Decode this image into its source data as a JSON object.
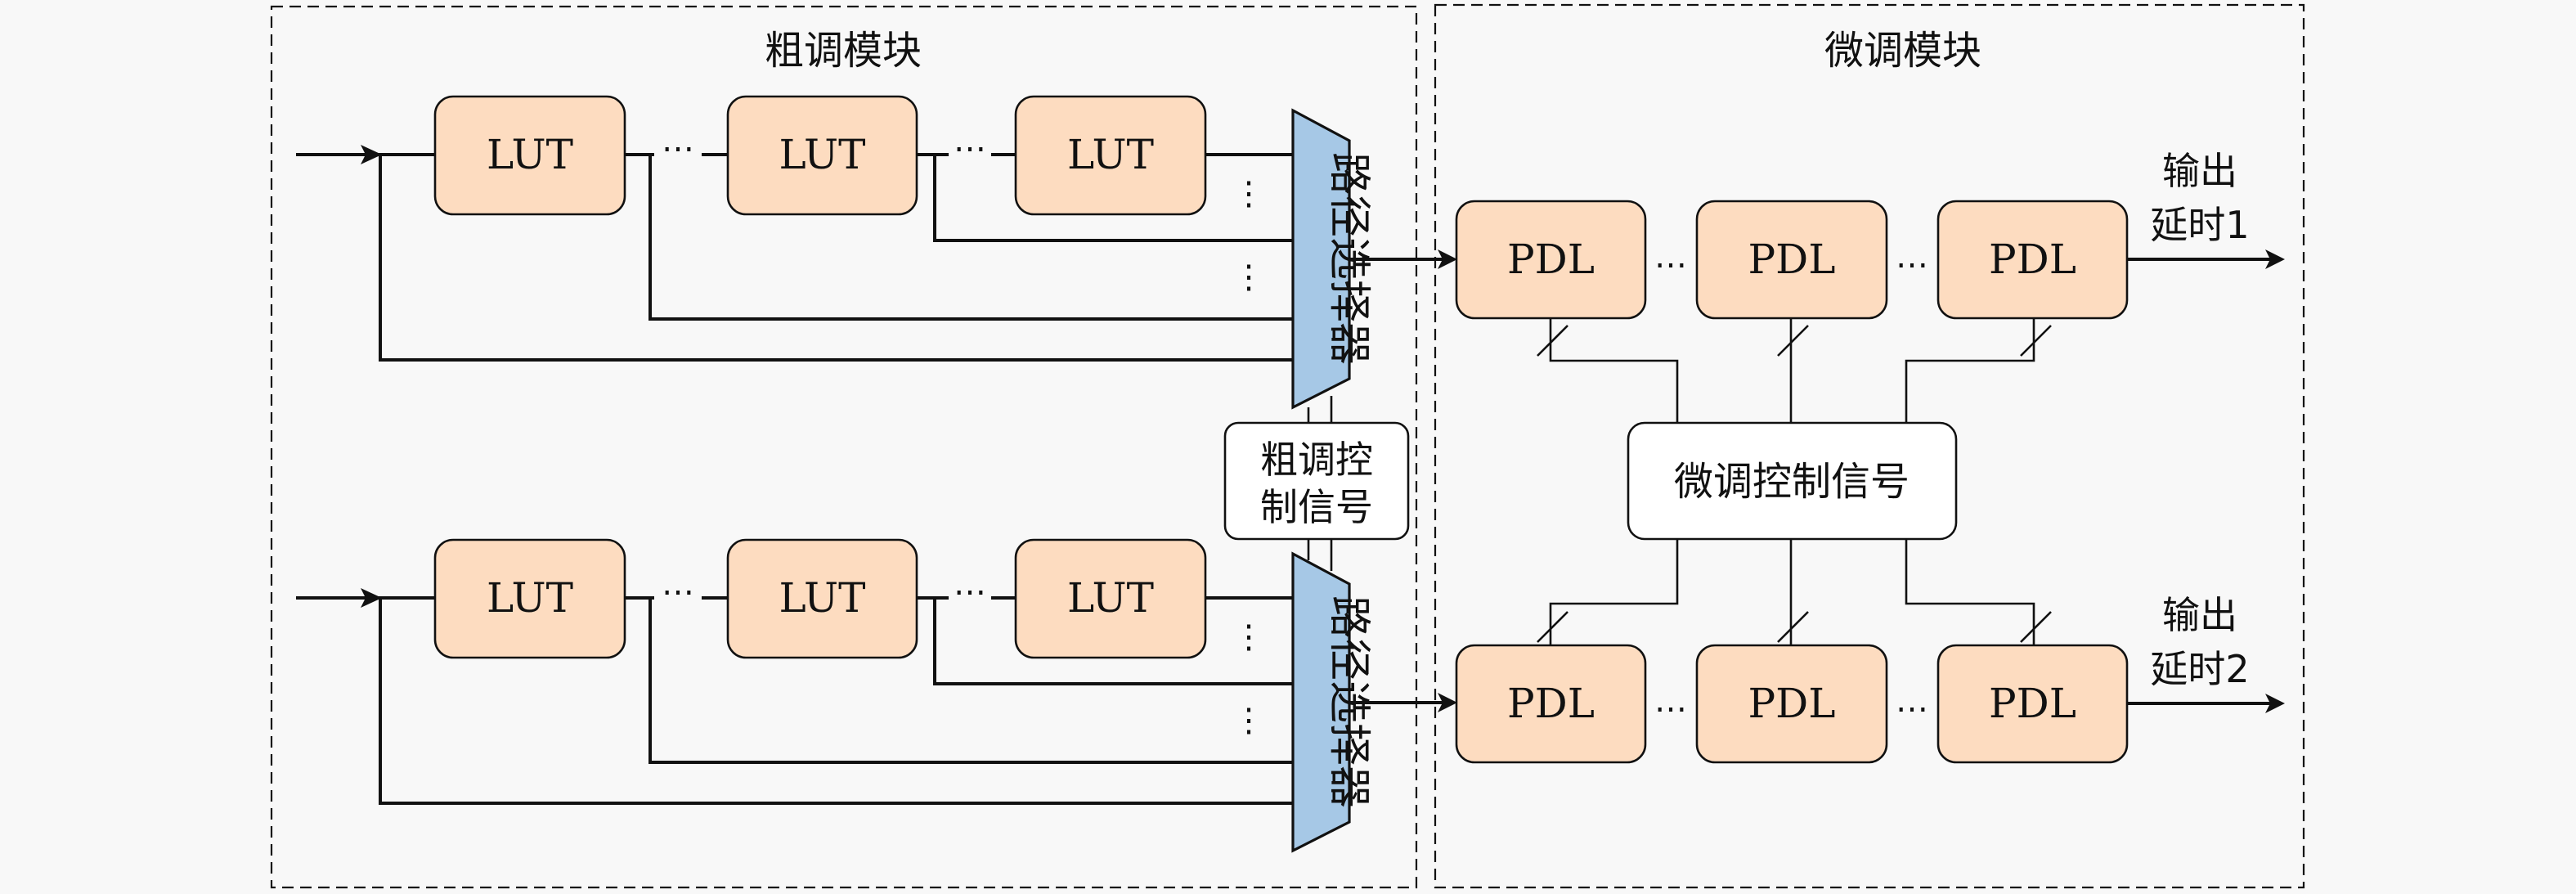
{
  "colors": {
    "background": "#f8f8f8",
    "delay_block_fill": "#fddcc0",
    "mux_fill": "#a6c8e6",
    "control_box_fill": "#ffffff",
    "line": "#111111"
  },
  "coarse_module": {
    "title": "粗调模块",
    "rows": [
      {
        "luts": [
          {
            "label": "LUT"
          },
          {
            "label": "LUT"
          },
          {
            "label": "LUT"
          }
        ],
        "ellipsis": "⋯",
        "vdots": "⋮",
        "mux_label": "路径选择器"
      },
      {
        "luts": [
          {
            "label": "LUT"
          },
          {
            "label": "LUT"
          },
          {
            "label": "LUT"
          }
        ],
        "ellipsis": "⋯",
        "vdots": "⋮",
        "mux_label": "路径选择器"
      }
    ],
    "control": {
      "line1": "粗调控",
      "line2": "制信号"
    }
  },
  "fine_module": {
    "title": "微调模块",
    "rows": [
      {
        "pdls": [
          {
            "label": "PDL"
          },
          {
            "label": "PDL"
          },
          {
            "label": "PDL"
          }
        ],
        "ellipsis": "⋯",
        "output": {
          "line1": "输出",
          "line2": "延时1"
        }
      },
      {
        "pdls": [
          {
            "label": "PDL"
          },
          {
            "label": "PDL"
          },
          {
            "label": "PDL"
          }
        ],
        "ellipsis": "⋯",
        "output": {
          "line1": "输出",
          "line2": "延时2"
        }
      }
    ],
    "control": {
      "label": "微调控制信号"
    }
  }
}
